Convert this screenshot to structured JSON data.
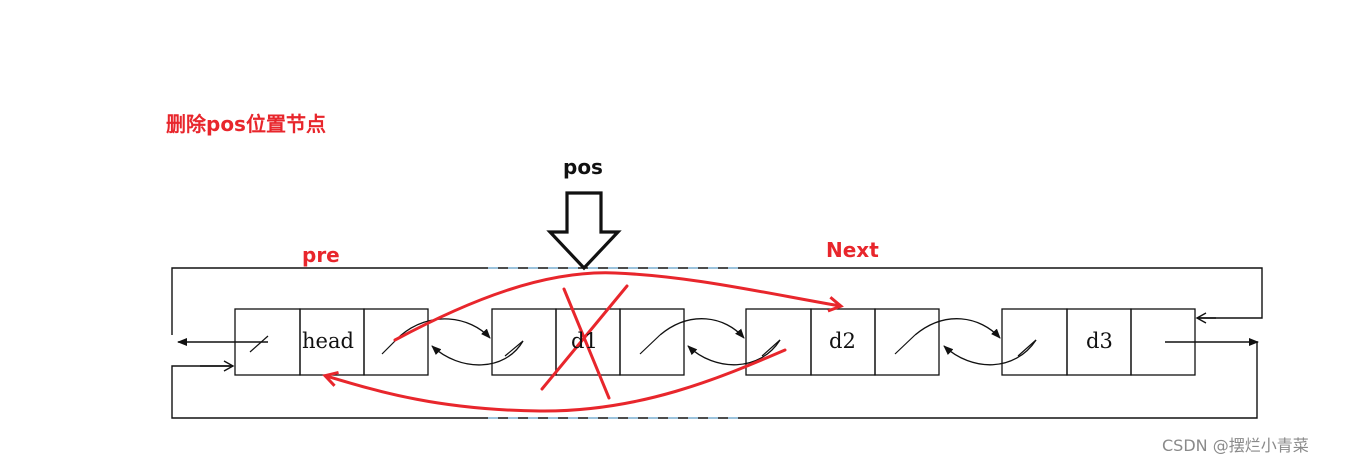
{
  "title": "删除pos位置节点",
  "labels": {
    "pos": "pos",
    "pre": "pre",
    "next": "Next"
  },
  "nodes": [
    "head",
    "d1",
    "d2",
    "d3"
  ],
  "watermark": "CSDN @摆烂小青菜",
  "colors": {
    "annotation_red": "#e8262c",
    "diagram_ink": "#111111",
    "faded_blue": "#9cc3dc"
  }
}
